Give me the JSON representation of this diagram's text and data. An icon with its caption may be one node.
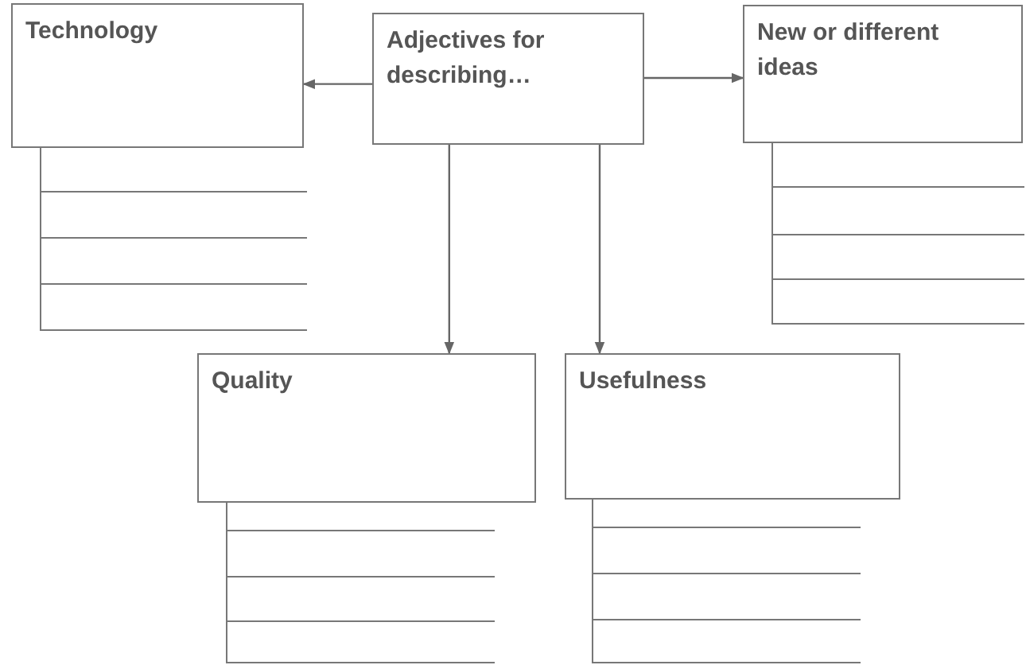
{
  "diagram": {
    "nodes": [
      {
        "text": [
          "Technology"
        ]
      },
      {
        "text": [
          "Adjectives for describing…"
        ]
      },
      {
        "text": [
          "New or different ideas"
        ]
      },
      {
        "text": [
          "Quality"
        ]
      },
      {
        "text": [
          "Usefulness"
        ]
      }
    ],
    "edges": [
      {
        "from": 1,
        "to": 0,
        "arrow": "to"
      },
      {
        "from": 1,
        "to": 2,
        "arrow": "to"
      },
      {
        "from": 1,
        "to": 3,
        "arrow": "to"
      },
      {
        "from": 1,
        "to": 4,
        "arrow": "to"
      }
    ]
  }
}
